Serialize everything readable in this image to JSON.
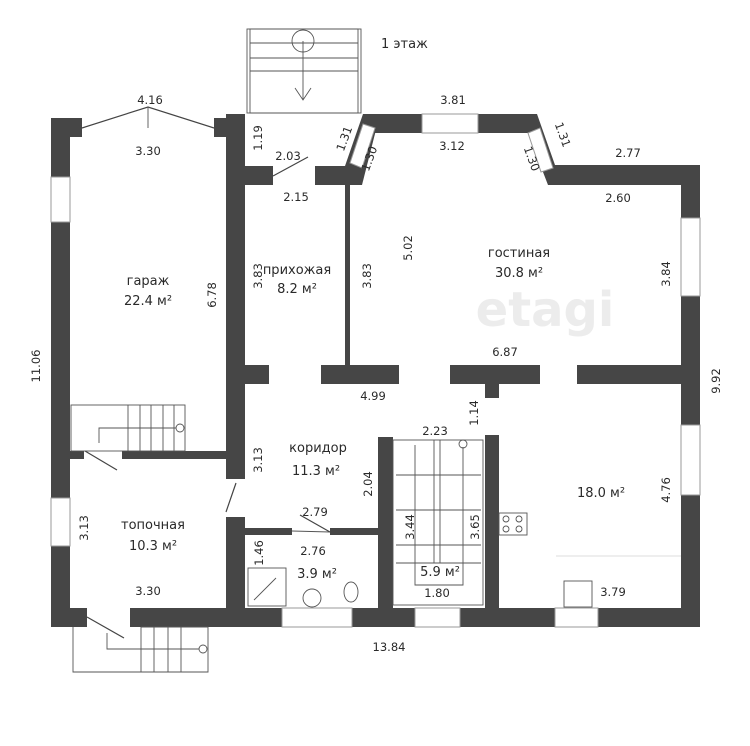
{
  "floor_title": "1 этаж",
  "rooms": [
    {
      "name": "гараж",
      "area": "22.4 м²"
    },
    {
      "name": "прихожая",
      "area": "8.2 м²"
    },
    {
      "name": "гостиная",
      "area": "30.8 м²"
    },
    {
      "name": "коридор",
      "area": "11.3 м²"
    },
    {
      "name": "топочная",
      "area": "10.3 м²"
    },
    {
      "name": "",
      "area": "3.9 м²"
    },
    {
      "name": "",
      "area": "5.9 м²"
    },
    {
      "name": "",
      "area": "18.0 м²"
    }
  ],
  "dimensions": [
    "4.16",
    "3.30",
    "11.06",
    "6.78",
    "1.19",
    "2.03",
    "2.15",
    "1.31",
    "1.30",
    "3.81",
    "3.12",
    "1.31",
    "1.30",
    "2.77",
    "2.60",
    "3.83",
    "3.83",
    "5.02",
    "3.84",
    "6.87",
    "9.92",
    "4.99",
    "1.14",
    "2.23",
    "3.13",
    "2.04",
    "2.79",
    "4.76",
    "3.13",
    "3.30",
    "1.46",
    "2.76",
    "3.44",
    "3.65",
    "1.80",
    "3.79",
    "13.84"
  ],
  "watermark": "etagi"
}
